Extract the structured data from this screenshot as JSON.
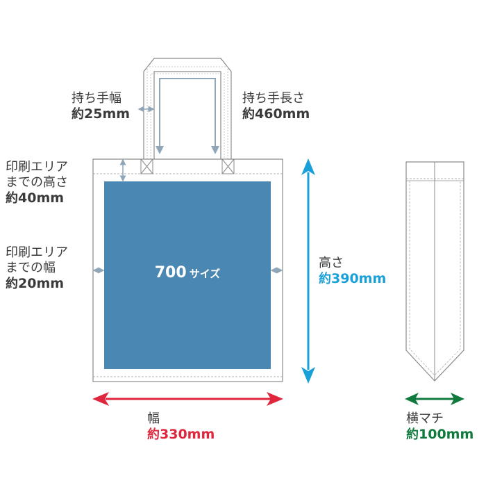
{
  "labels": {
    "handle_width": {
      "title": "持ち手幅",
      "prefix": "約",
      "value": "25mm"
    },
    "handle_length": {
      "title": "持ち手長さ",
      "prefix": "約",
      "value": "460mm"
    },
    "print_top": {
      "line1": "印刷エリア",
      "line2": "までの高さ",
      "prefix": "約",
      "value": "40mm"
    },
    "print_side": {
      "line1": "印刷エリア",
      "line2": "までの幅",
      "prefix": "約",
      "value": "20mm"
    },
    "print_area": {
      "number": "700",
      "suffix": "サイズ"
    },
    "height": {
      "title": "高さ",
      "prefix": "約",
      "value": "390mm"
    },
    "width": {
      "title": "幅",
      "prefix": "約",
      "value": "330mm"
    },
    "gusset": {
      "title": "横マチ",
      "prefix": "約",
      "value": "100mm"
    }
  },
  "colors": {
    "print_area": "#4a87b2",
    "width_arrow": "#e0263c",
    "height_arrow": "#1aa0d8",
    "gusset_arrow": "#0f7a3c",
    "outline": "#8a8a8a",
    "guide": "#8fa6b8"
  }
}
